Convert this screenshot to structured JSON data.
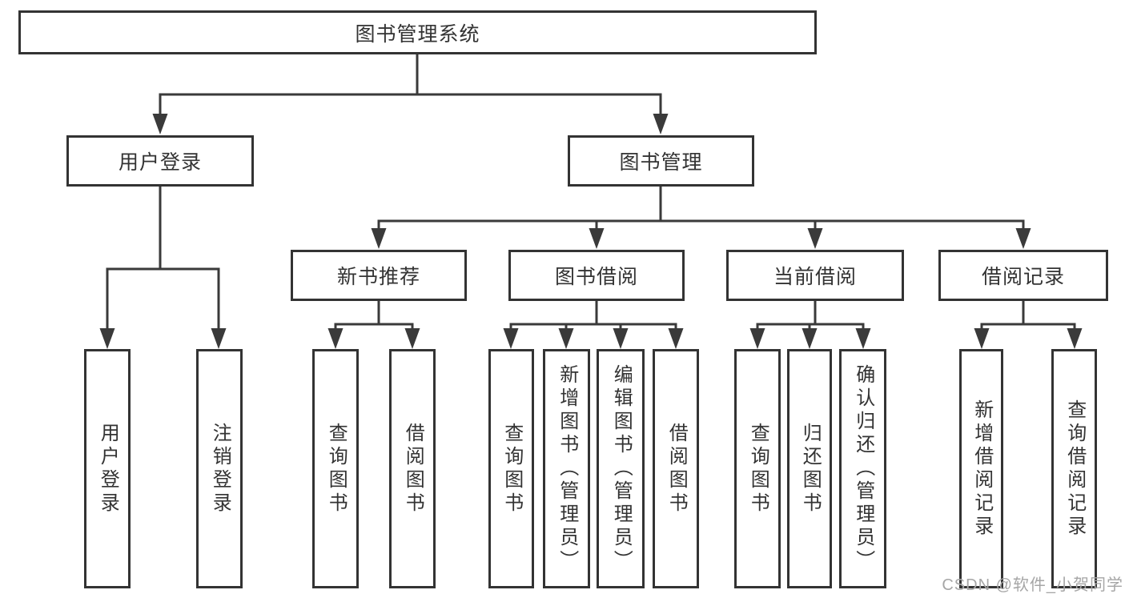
{
  "tree": {
    "root": {
      "label": "图书管理系统"
    },
    "children": [
      {
        "label": "用户登录",
        "children": [
          {
            "label": "用户登录"
          },
          {
            "label": "注销登录"
          }
        ]
      },
      {
        "label": "图书管理",
        "children": [
          {
            "label": "新书推荐",
            "children": [
              {
                "label": "查询图书"
              },
              {
                "label": "借阅图书"
              }
            ]
          },
          {
            "label": "图书借阅",
            "children": [
              {
                "label": "查询图书"
              },
              {
                "label": "新增图书（管理员）"
              },
              {
                "label": "编辑图书（管理员）"
              },
              {
                "label": "借阅图书"
              }
            ]
          },
          {
            "label": "当前借阅",
            "children": [
              {
                "label": "查询图书"
              },
              {
                "label": "归还图书"
              },
              {
                "label": "确认归还（管理员）"
              }
            ]
          },
          {
            "label": "借阅记录",
            "children": [
              {
                "label": "新增借阅记录"
              },
              {
                "label": "查询借阅记录"
              }
            ]
          }
        ]
      }
    ]
  },
  "watermark": {
    "text": "CSDN @软件_小贺同学"
  },
  "colors": {
    "line": "#3a3a3a",
    "box_border": "#333333",
    "text": "#333333",
    "watermark": "#a6a6a6",
    "background": "#ffffff"
  }
}
